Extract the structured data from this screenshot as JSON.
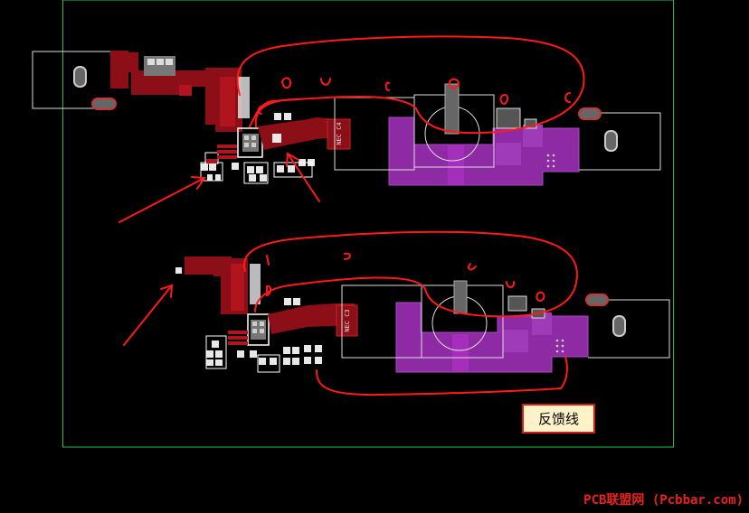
{
  "annotation": {
    "label": "反馈线"
  },
  "watermark": {
    "text": "PCB联盟网 (Pcbbar.com)"
  },
  "refdes": {
    "top": "NEC C4",
    "bottom": "NEC C3"
  },
  "colors": {
    "background": "#000000",
    "board_outline": "#19c24a",
    "copper_top": "#8c0f17",
    "copper_inner": "#b0141c",
    "pour": "#8e2aa3",
    "pad_white": "#e8e8e8",
    "silkscreen": "#ffffff",
    "markup_red": "#ff1a1a",
    "label_bg": "#fff2c8"
  },
  "icons": [
    "arrow-icon",
    "loop-markup",
    "pad-icon"
  ]
}
